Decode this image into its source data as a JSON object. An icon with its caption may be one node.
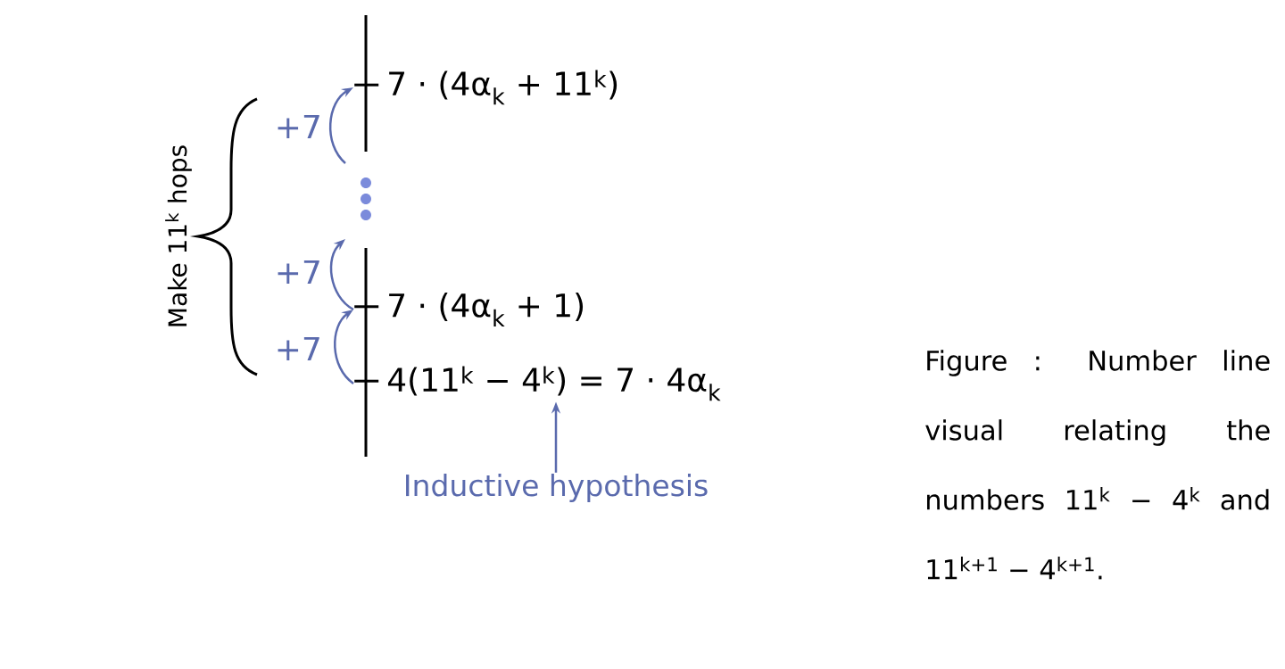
{
  "diagram": {
    "caption": "Figure : Number line visual relating the numbers 11$^{k}$ − 4$^{k}$ and 11$^{k+1}$ − 4$^{k+1}$.",
    "nodes": [
      {
        "text": [
          "7 · (4α$_{k}$ + 11$^{k}$)"
        ]
      },
      {
        "text": [
          "7 · (4α$_{k}$ + 1)"
        ]
      },
      {
        "text": [
          "4(11$^{k}$ − 4$^{k}$) = 7 · 4α$_{k}$"
        ]
      },
      {
        "text": [
          "Inductive hypothesis"
        ]
      }
    ],
    "edges": [
      {
        "from": 3,
        "to": 2,
        "arrow": "to",
        "color": "#5a6aad"
      },
      {
        "from": 2,
        "to": 1,
        "arrow": "to",
        "label": "+7",
        "color": "#5a6aad"
      },
      {
        "from": 1,
        "to": null,
        "arrow": "to",
        "label": "+7",
        "color": "#5a6aad"
      },
      {
        "from": null,
        "to": 0,
        "arrow": "to",
        "label": "+7",
        "color": "#5a6aad"
      }
    ],
    "labels": [
      "Make 11$^{k}$ hops"
    ]
  }
}
